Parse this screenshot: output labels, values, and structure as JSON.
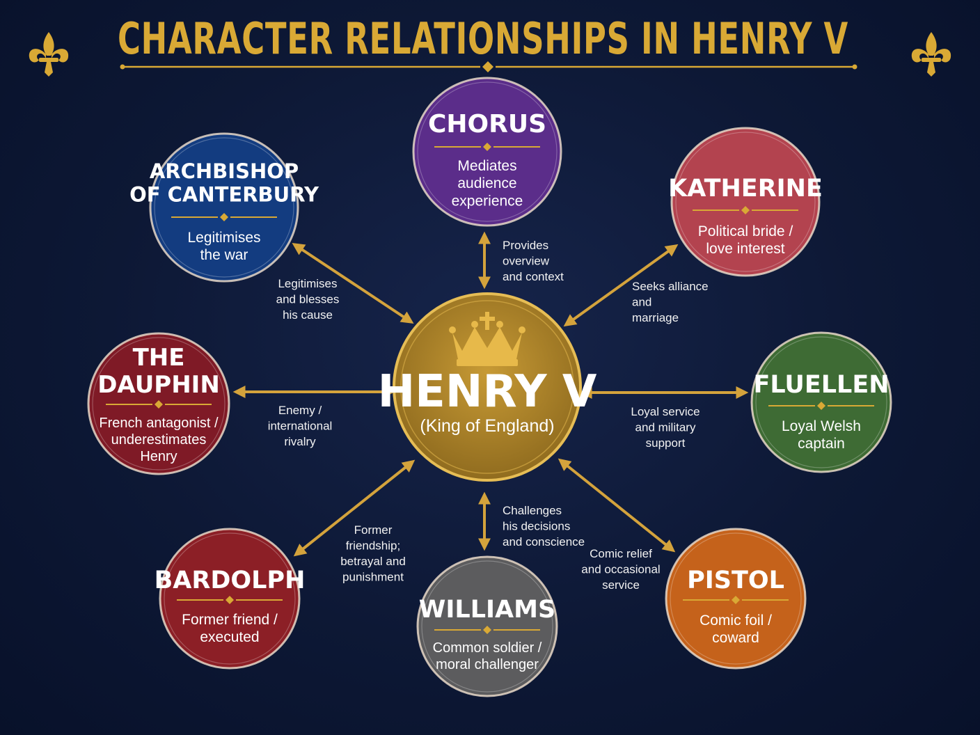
{
  "title": "CHARACTER RELATIONSHIPS IN HENRY V",
  "colors": {
    "background": "#0d1835",
    "gold": "#d9a935",
    "arrow": "#d4a33c"
  },
  "center": {
    "name": "HENRY V",
    "subtitle": "(King of England)",
    "icon": "crown-icon",
    "color": "#b48a2c"
  },
  "characters": [
    {
      "id": "chorus",
      "name_lines": [
        "CHORUS"
      ],
      "desc_lines": [
        "Mediates",
        "audience",
        "experience"
      ],
      "color": "#5b2d8a",
      "relation_lines": [
        "Provides",
        "overview",
        "and context"
      ]
    },
    {
      "id": "katherine",
      "name_lines": [
        "KATHERINE"
      ],
      "desc_lines": [
        "Political bride /",
        "love interest"
      ],
      "color": "#b3434f",
      "relation_lines": [
        "Seeks alliance",
        "and",
        "marriage"
      ]
    },
    {
      "id": "fluellen",
      "name_lines": [
        "FLUELLEN"
      ],
      "desc_lines": [
        "Loyal Welsh",
        "captain"
      ],
      "color": "#3e6b34",
      "relation_lines": [
        "Loyal service",
        "and military",
        "support"
      ]
    },
    {
      "id": "pistol",
      "name_lines": [
        "PISTOL"
      ],
      "desc_lines": [
        "Comic foil /",
        "coward"
      ],
      "color": "#c5621b",
      "relation_lines": [
        "Comic relief",
        "and occasional",
        "service"
      ]
    },
    {
      "id": "williams",
      "name_lines": [
        "WILLIAMS"
      ],
      "desc_lines": [
        "Common soldier /",
        "moral challenger"
      ],
      "color": "#5c5c5e",
      "relation_lines": [
        "Challenges",
        "his decisions",
        "and conscience"
      ]
    },
    {
      "id": "bardolph",
      "name_lines": [
        "BARDOLPH"
      ],
      "desc_lines": [
        "Former friend /",
        "executed"
      ],
      "color": "#8c1f26",
      "relation_lines": [
        "Former",
        "friendship;",
        "betrayal and",
        "punishment"
      ]
    },
    {
      "id": "dauphin",
      "name_lines": [
        "THE",
        "DAUPHIN"
      ],
      "desc_lines": [
        "French antagonist /",
        "underestimates",
        "Henry"
      ],
      "color": "#7f1a26",
      "relation_lines": [
        "Enemy /",
        "international",
        "rivalry"
      ]
    },
    {
      "id": "archbishop",
      "name_lines": [
        "ARCHBISHOP",
        "OF CANTERBURY"
      ],
      "desc_lines": [
        "Legitimises",
        "the war"
      ],
      "color": "#133c80",
      "relation_lines": [
        "Legitimises",
        "and blesses",
        "his cause"
      ]
    }
  ]
}
